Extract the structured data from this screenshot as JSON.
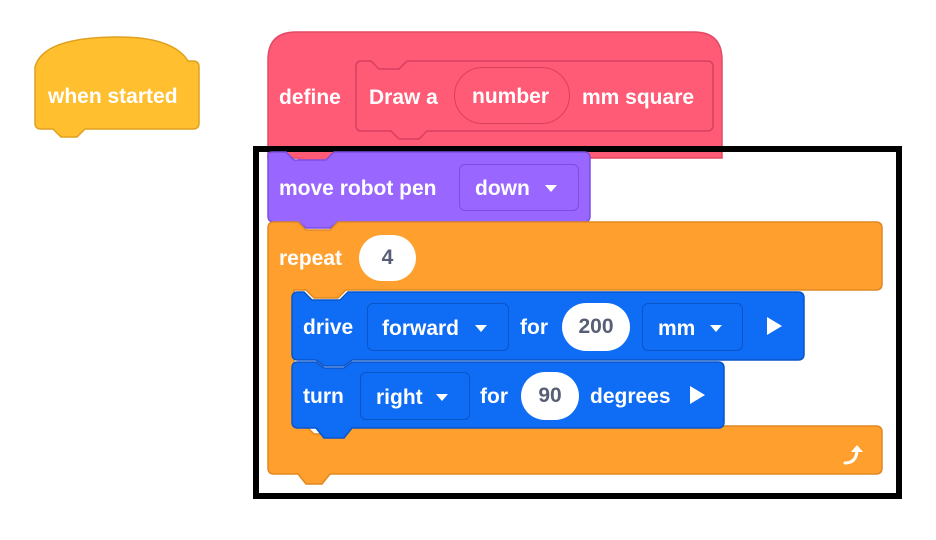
{
  "hat": {
    "label": "when started",
    "color": "#ffbf2e"
  },
  "define_block": {
    "keyword": "define",
    "proto_prefix": "Draw a",
    "param": "number",
    "proto_suffix": "mm square",
    "color": "#ff5a76"
  },
  "pen_block": {
    "label": "move robot pen",
    "dropdown": "down",
    "color": "#9966ff"
  },
  "repeat_block": {
    "label": "repeat",
    "count": "4",
    "color": "#ff9f2e",
    "loop_icon": "loop-arrow-icon"
  },
  "drive_block": {
    "label": "drive",
    "direction": "forward",
    "for_label": "for",
    "distance": "200",
    "unit": "mm",
    "color": "#0f6cf5"
  },
  "turn_block": {
    "label": "turn",
    "direction": "right",
    "for_label": "for",
    "angle": "90",
    "unit_label": "degrees",
    "color": "#0f6cf5"
  }
}
